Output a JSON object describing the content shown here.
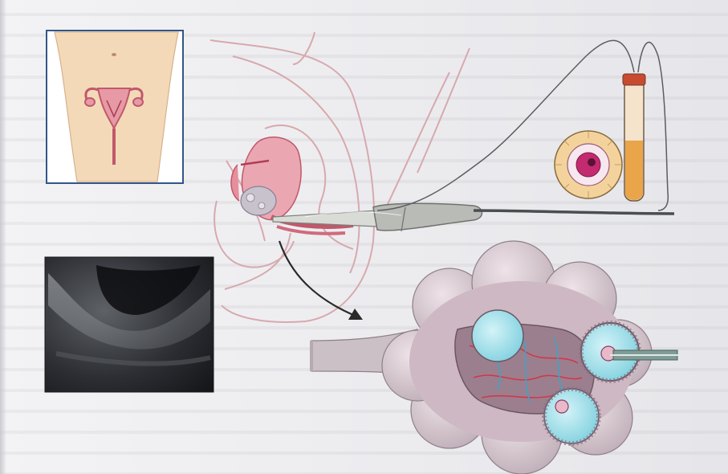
{
  "figure": {
    "panels": [
      "body-outline-inset",
      "pelvic-anatomy-illustration",
      "ultrasound-scan-image",
      "collection-tube-and-oocyte",
      "ovary-cross-section"
    ],
    "colors": {
      "skin": "#f4d9b8",
      "uterus": "#e79aa6",
      "uterus_dark": "#c0596b",
      "probe": "#b9bcb6",
      "ovary": "#d8c6cc",
      "follicle_fluid": "#9fdde8",
      "vessel": "#d2374a",
      "tube_fluid": "#e99c3b",
      "oocyte": "#c42a6f",
      "arrow": "#2a2a2a"
    }
  },
  "caption": ""
}
